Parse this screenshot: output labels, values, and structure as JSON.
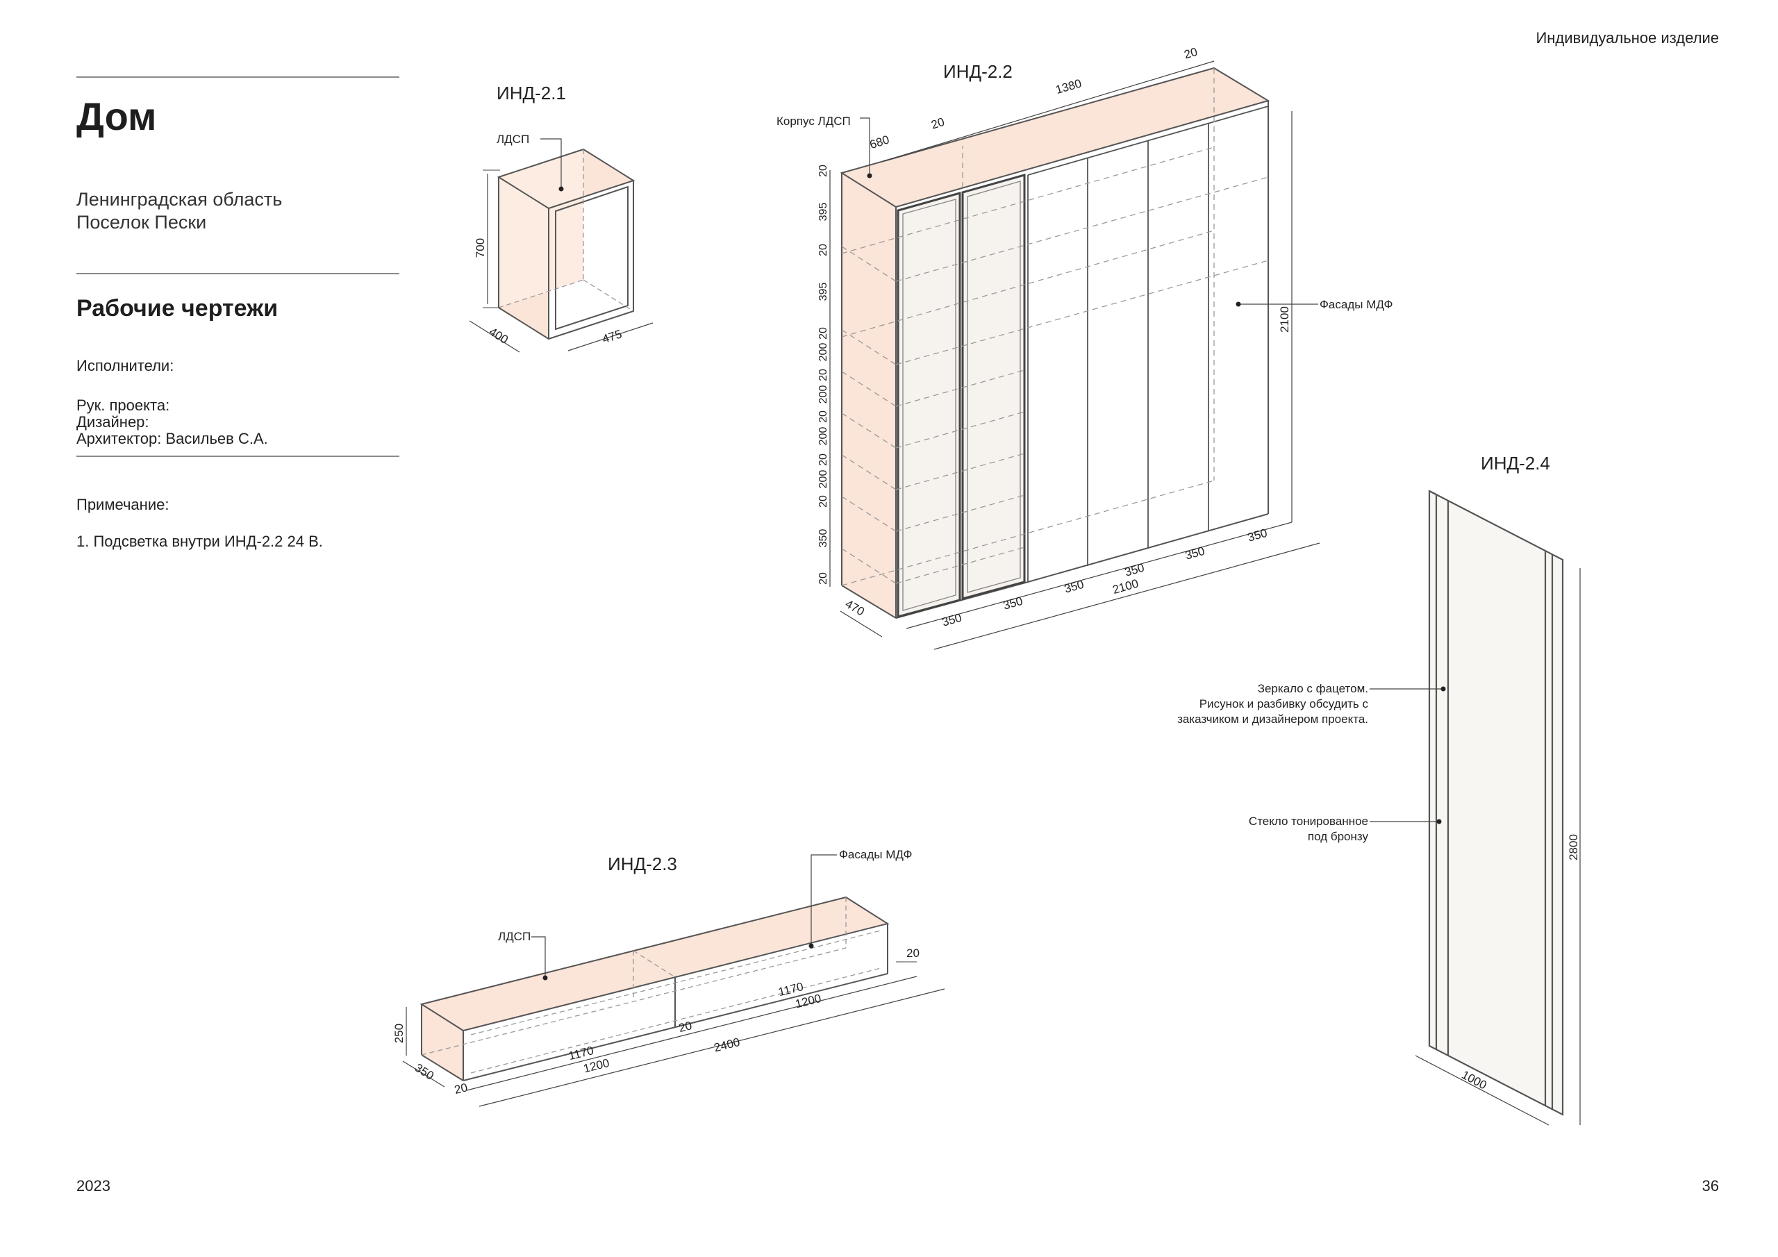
{
  "header": {
    "category": "Индивидуальное изделие"
  },
  "sidebar": {
    "title": "Дом",
    "location": [
      "Ленинградская область",
      "Поселок Пески"
    ],
    "section": "Рабочие чертежи",
    "team_label": "Исполнители:",
    "team": [
      "Рук. проекта:",
      "Дизайнер:",
      "Архитектор: Васильев С.А."
    ],
    "note_label": "Примечание:",
    "note": "1. Подсветка внутри ИНД-2.2 24 В."
  },
  "footer": {
    "year": "2023",
    "page": "36"
  },
  "colors": {
    "fill": "#fbe4d8",
    "line": "#555555",
    "dash": "#9a9a9a"
  },
  "items": {
    "ind21": {
      "label": "ИНД-2.1",
      "material": "ЛДСП",
      "dims": {
        "height": "700",
        "depth": "400",
        "width": "475"
      }
    },
    "ind22": {
      "label": "ИНД-2.2",
      "material_body": "Корпус ЛДСП",
      "material_front": "Фасады МДФ",
      "dims": {
        "top_20": "20",
        "top_1380": "1380",
        "top_20b": "20",
        "depth_680": "680",
        "height": "2100",
        "left_heights": [
          "20",
          "395",
          "20",
          "395",
          "20",
          "200",
          "20",
          "200",
          "20",
          "200",
          "20",
          "200",
          "20",
          "350",
          "20"
        ],
        "bottom_depth": "470",
        "bottom_widths": [
          "350",
          "350",
          "350",
          "350",
          "350",
          "350"
        ],
        "total_width": "2100"
      }
    },
    "ind23": {
      "label": "ИНД-2.3",
      "material_body": "ЛДСП",
      "material_front": "Фасады МДФ",
      "dims": {
        "height": "250",
        "depth": "350",
        "bottom_20": "20",
        "inner_1170_a": "1170",
        "outer_1200_a": "1200",
        "mid_20": "20",
        "total": "2400",
        "inner_1170_b": "1170",
        "outer_1200_b": "1200",
        "right_20": "20"
      }
    },
    "ind24": {
      "label": "ИНД-2.4",
      "mirror_note": [
        "Зеркало с фацетом.",
        "Рисунок и разбивку обсудить с",
        "заказчиком и дизайнером проекта."
      ],
      "glass_note": [
        "Стекло тонированное",
        "под бронзу"
      ],
      "dims": {
        "height": "2800",
        "width": "1000"
      }
    }
  }
}
